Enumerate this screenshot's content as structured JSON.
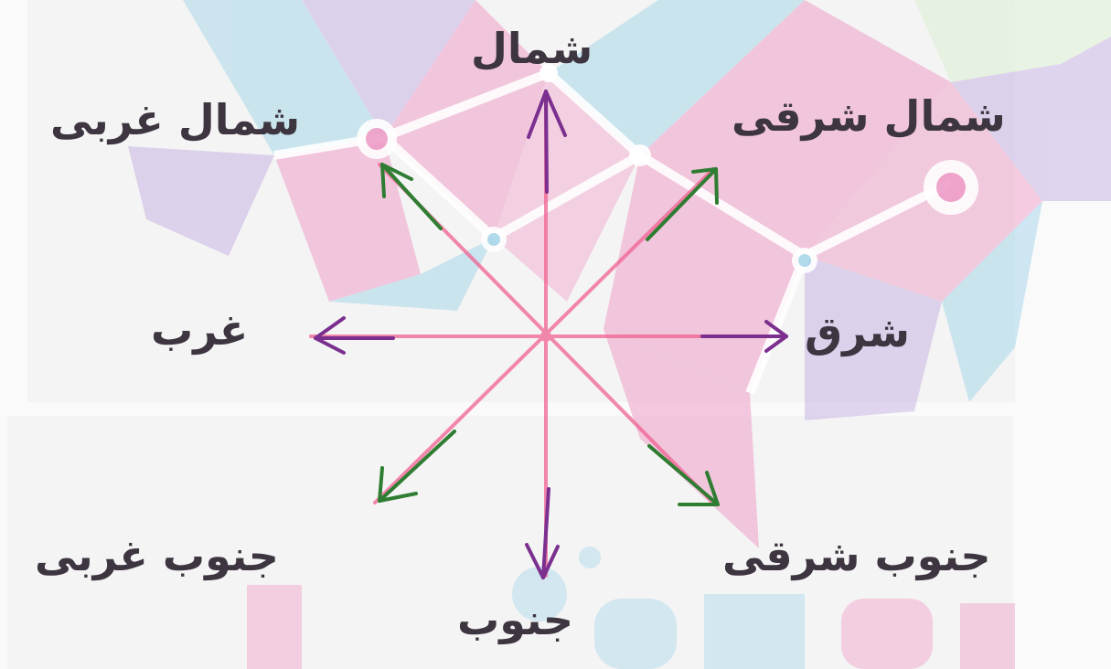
{
  "labels": {
    "north": "شمال",
    "northeast": "شمال شرقی",
    "northwest": "شمال غربی",
    "east": "شرق",
    "west": "غرب",
    "south": "جنوب",
    "southeast": "جنوب شرقی",
    "southwest": "جنوب غربی"
  },
  "colors": {
    "cardinal_arrow": "#7b2f8f",
    "intercardinal_arrow": "#2e7d32",
    "guide_lines": "#f06292",
    "label_text": "#3d3540",
    "bg_pink": "#ef9fc8",
    "bg_blue": "#a9d7ea",
    "bg_lavender": "#c9b6e4",
    "bg_green": "#dcefd2"
  }
}
